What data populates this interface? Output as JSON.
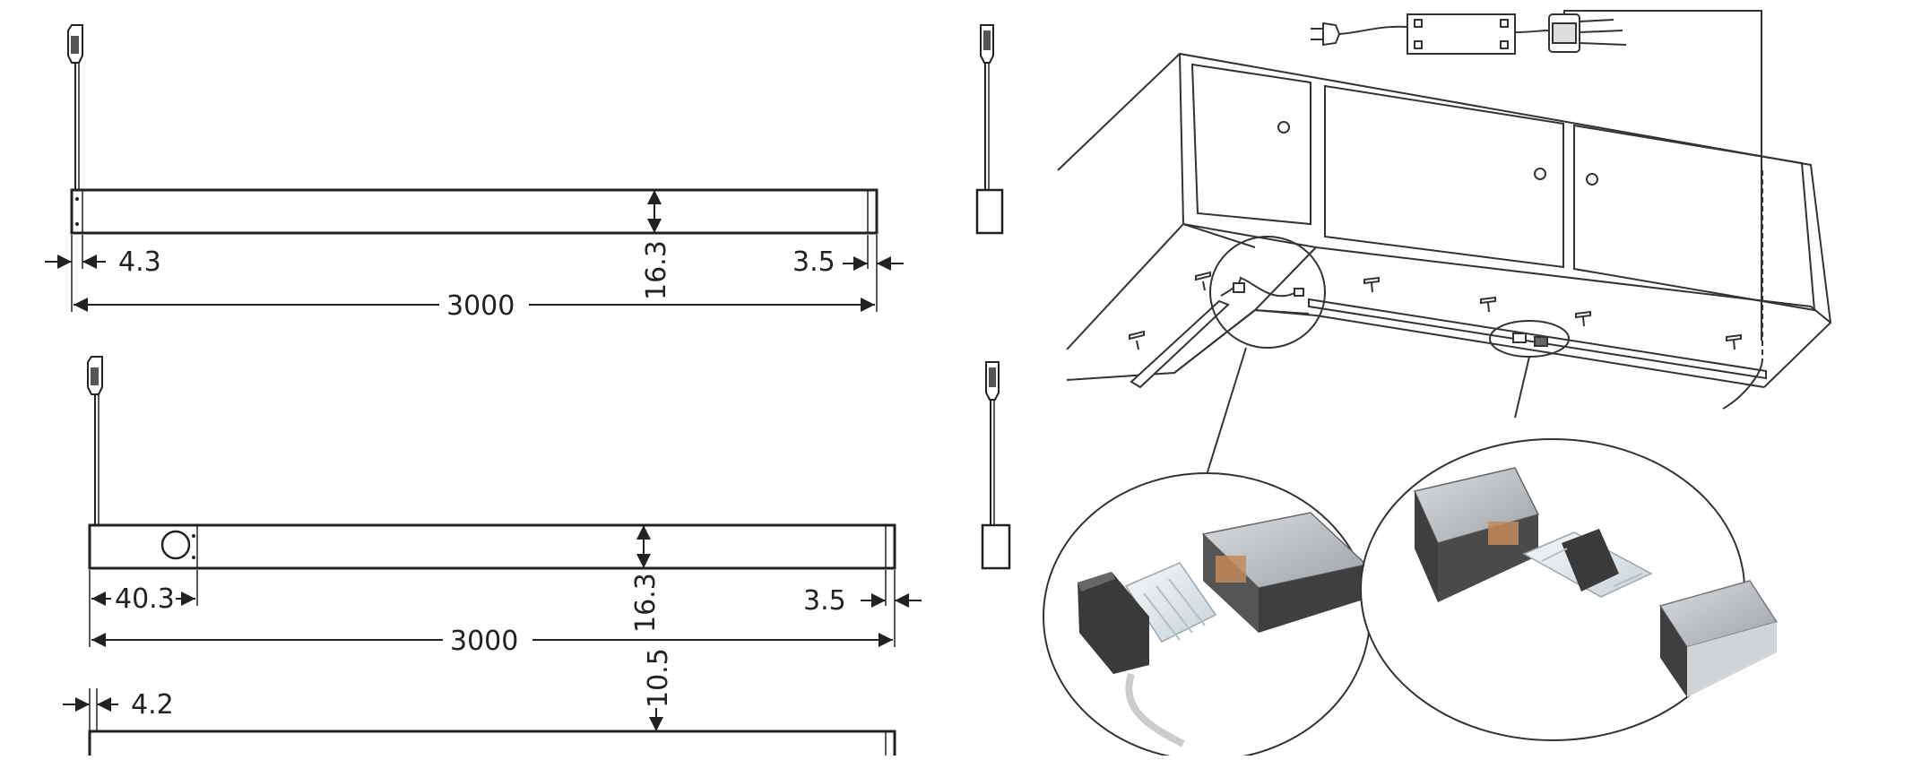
{
  "drawings": {
    "bar1": {
      "left_offset": "4.3",
      "height": "16.3",
      "right_offset": "3.5",
      "length": "3000"
    },
    "bar2": {
      "left_offset": "40.3",
      "height": "16.3",
      "right_offset": "3.5",
      "length": "3000"
    },
    "bar3": {
      "left_offset": "4.2",
      "height": "10.5"
    }
  },
  "colors": {
    "line": "#222222",
    "profile_dark": "#3f3f3f",
    "profile_silver": "#bfc3c7",
    "connector_clear": "#e7ecef"
  },
  "icons": [
    "plug-icon",
    "driver-box-icon",
    "distribution-hub-icon",
    "end-cap-icon",
    "connector-icon"
  ]
}
